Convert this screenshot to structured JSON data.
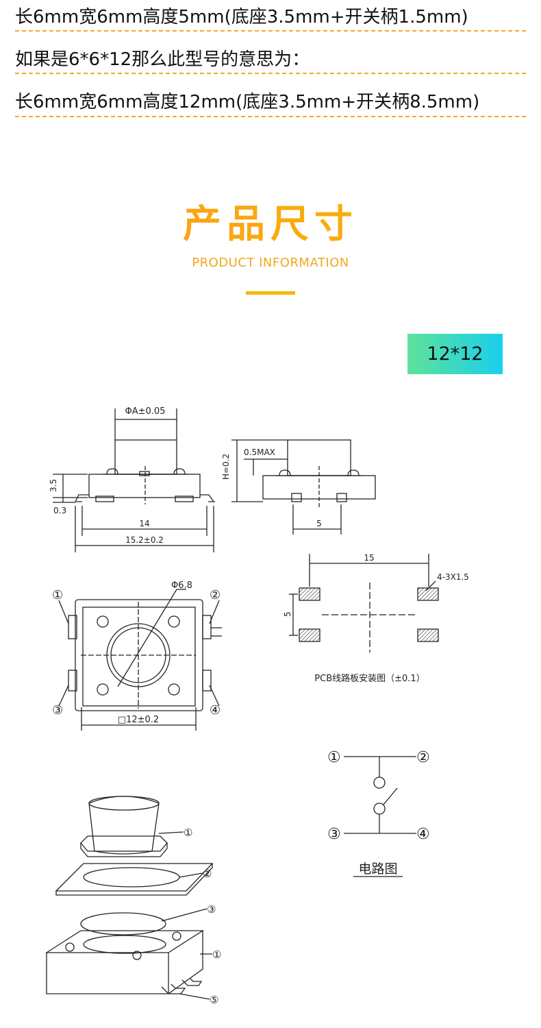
{
  "spec_lines": [
    "长6mm宽6mm高度5mm(底座3.5mm+开关柄1.5mm)",
    "如果是6*6*12那么此型号的意思为：",
    "长6mm宽6mm高度12mm(底座3.5mm+开关柄8.5mm)"
  ],
  "section": {
    "title": "产品尺寸",
    "subtitle": "PRODUCT INFORMATION"
  },
  "badge": "12*12",
  "drawing": {
    "front": {
      "phi": "ΦA±0.05",
      "h35": "3.5",
      "h03": "0.3",
      "w14": "14",
      "w152": "15.2±0.2"
    },
    "side": {
      "max": "0.5MAX",
      "h": "H=0.2",
      "w5": "5"
    },
    "top": {
      "phi": "Φ6.8",
      "sq": "□12±0.2",
      "p1": "①",
      "p2": "②",
      "p3": "③",
      "p4": "④"
    },
    "pcb": {
      "w15": "15",
      "pad": "4-3X1.5",
      "h5": "5",
      "caption": "PCB线路板安装图（±0.1）"
    },
    "circuit": {
      "n1": "①",
      "n2": "②",
      "n3": "③",
      "n4": "④",
      "caption": "电路图"
    },
    "exploded": {
      "e1": "①",
      "e2": "②",
      "e3": "③",
      "e4": "①",
      "e5": "⑤"
    }
  },
  "colors": {
    "separator": "#f5a623",
    "title_start": "#ff9a1e",
    "title_end": "#f5b800",
    "badge_start": "#5ee29a",
    "badge_end": "#19cfee"
  }
}
